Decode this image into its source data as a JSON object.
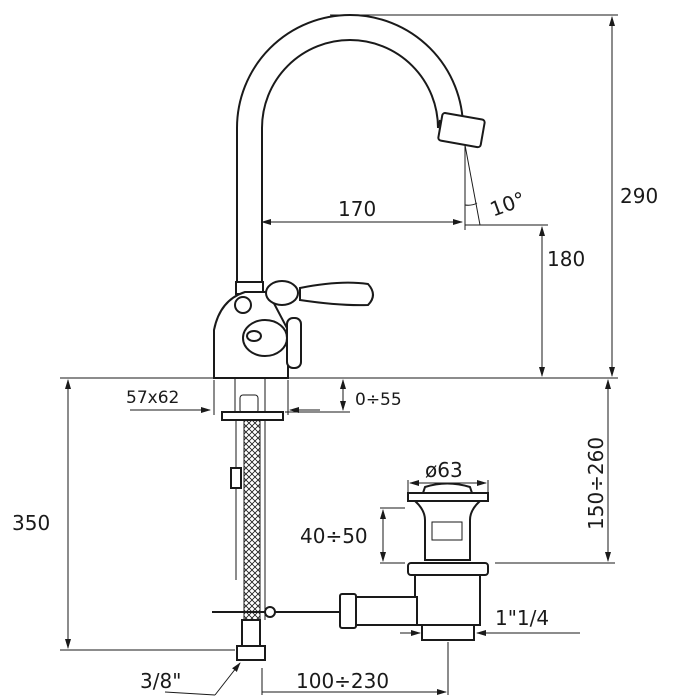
{
  "dimensions": {
    "total_height": "290",
    "spout_reach": "170",
    "spout_angle": "10°",
    "spout_height": "180",
    "base_size": "57x62",
    "deck_thickness": "0÷55",
    "below_deck": "350",
    "waste_depth": "150÷260",
    "waste_diameter": "ø63",
    "waste_length": "40÷50",
    "waste_thread": "1\"1/4",
    "rod_length": "100÷230",
    "hose_thread": "3/8\""
  },
  "colors": {
    "line": "#1a1a1a",
    "background": "#ffffff"
  }
}
